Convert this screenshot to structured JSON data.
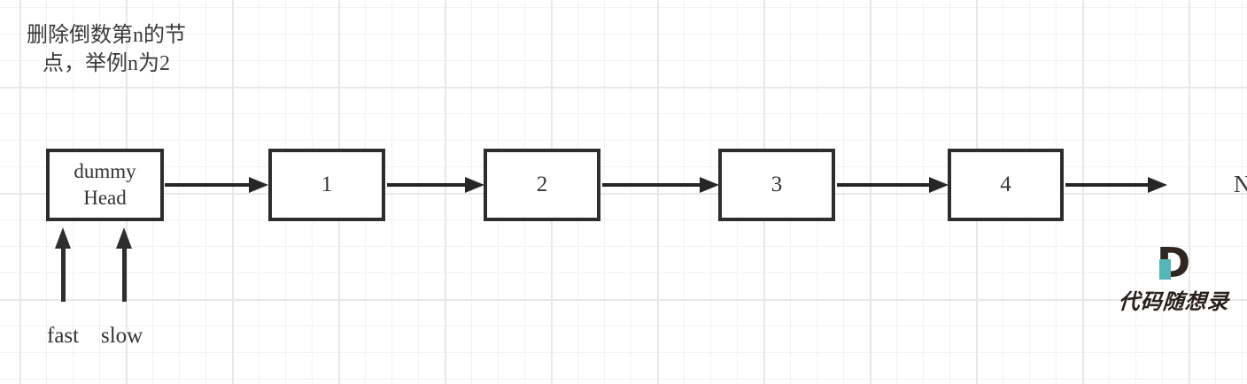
{
  "title": {
    "line1": "删除倒数第n的节",
    "line2": "点，举例n为2"
  },
  "linked_list": {
    "head_node": {
      "line1": "dummy",
      "line2": "Head"
    },
    "nodes": [
      "1",
      "2",
      "3",
      "4"
    ],
    "terminal_label": "N"
  },
  "pointers": {
    "fast_label": "fast",
    "slow_label": "slow"
  },
  "logo": {
    "letter": "D",
    "brand_text": "代码随想录"
  },
  "colors": {
    "stroke": "#2d2d2d",
    "arrow": "#262626",
    "text": "#333333",
    "accent_teal": "#56b6b7",
    "logo_dark": "#2f2620",
    "grid_minor": "#f2f2f2",
    "grid_major": "#e8e8e8"
  }
}
